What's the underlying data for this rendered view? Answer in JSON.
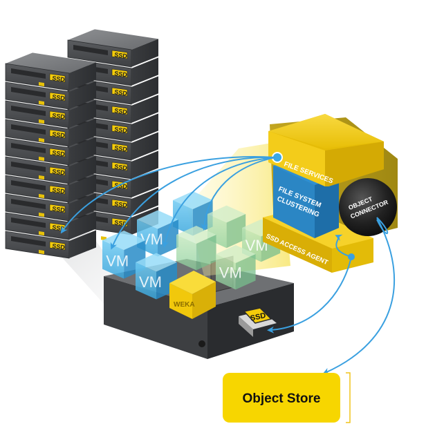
{
  "labels": {
    "file_services": "FILE SERVICES",
    "fs_clustering_1": "FILE SYSTEM",
    "fs_clustering_2": "CLUSTERING",
    "object_connector_1": "OBJECT",
    "object_connector_2": "CONNECTOR",
    "ssd_access_agent": "SSD ACCESS AGENT",
    "vm": "VM",
    "weka": "WEKA",
    "ssd": "SSD",
    "object_store": "Object Store"
  },
  "colors": {
    "yellow": "#f4cc0a",
    "olive": "#b39a1a",
    "blue": "#2f8fd0",
    "vm_blue": "#5cc0ee",
    "arrow": "#3aa0e0",
    "rack": "#545659"
  },
  "icons": [
    "ssd-drive-icon",
    "server-rack-icon",
    "vm-cube-icon",
    "arrow-icon"
  ]
}
